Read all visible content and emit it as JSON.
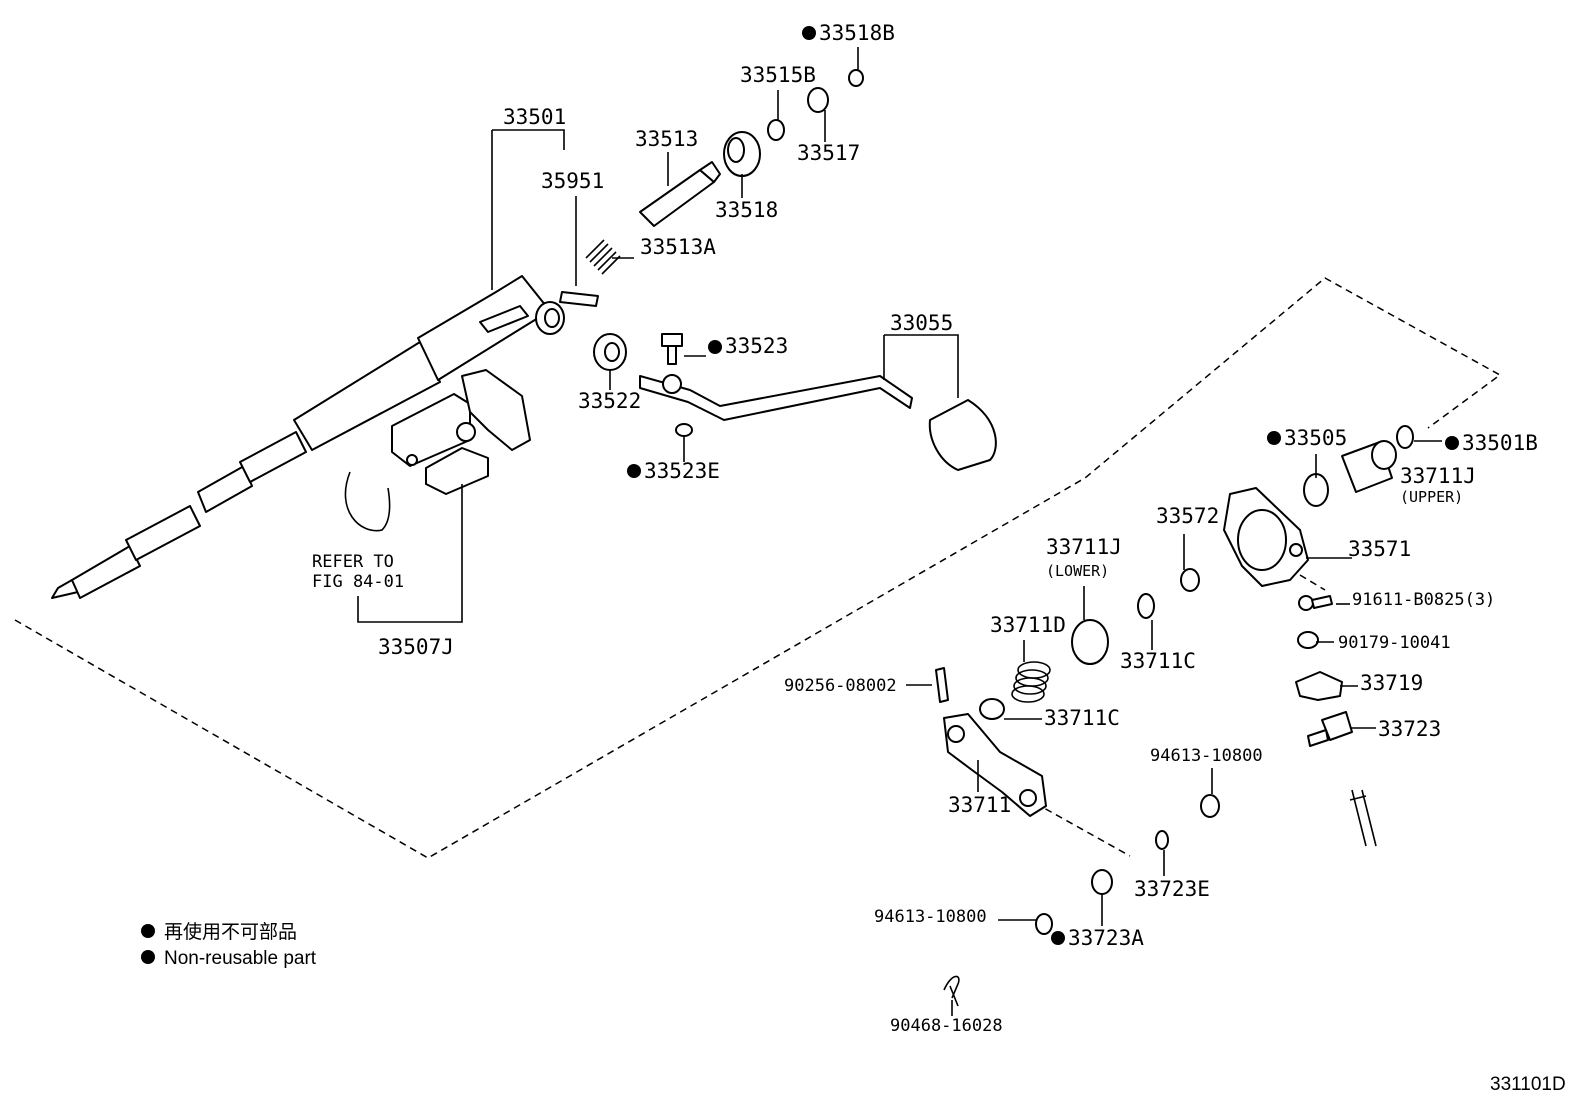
{
  "callouts": {
    "p33518B": "33518B",
    "p33515B": "33515B",
    "p33517": "33517",
    "p33501": "33501",
    "p33513": "33513",
    "p35951": "35951",
    "p33518": "33518",
    "p33513A": "33513A",
    "p33523": "33523",
    "p33055": "33055",
    "p33522": "33522",
    "p33523E": "33523E",
    "p33505": "33505",
    "p33501B": "33501B",
    "p33711J_upper": "33711J",
    "upper_note": "(UPPER)",
    "p33572": "33572",
    "p33571": "33571",
    "p33711J_lower": "33711J",
    "lower_note": "(LOWER)",
    "p91611": "91611-B0825(3)",
    "p33711D": "33711D",
    "p33711C_a": "33711C",
    "p90179": "90179-10041",
    "p90256": "90256-08002",
    "p33719": "33719",
    "p33711C_b": "33711C",
    "p33723": "33723",
    "p94613_a": "94613-10800",
    "p33711": "33711",
    "p33723E": "33723E",
    "p94613_b": "94613-10800",
    "p33723A": "33723A",
    "p90468": "90468-16028",
    "p33507J": "33507J",
    "refer_line1": "REFER TO",
    "refer_line2": "FIG 84-01"
  },
  "legend": {
    "japanese": "再使用不可部品",
    "english": "Non-reusable part"
  },
  "figure_code": "331101D"
}
